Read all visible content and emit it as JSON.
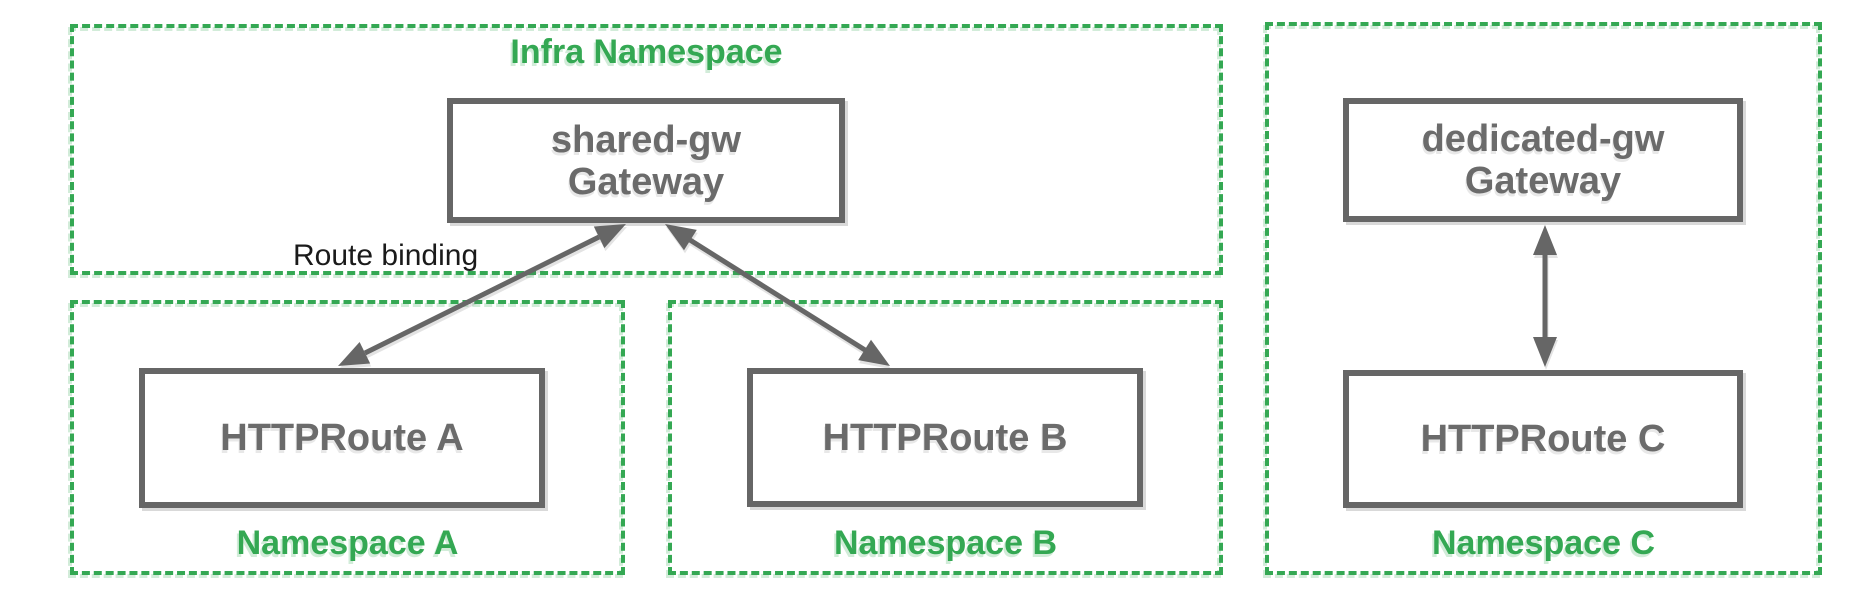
{
  "namespaces": {
    "infra": {
      "label": "Infra Namespace"
    },
    "a": {
      "label": "Namespace A"
    },
    "b": {
      "label": "Namespace B"
    },
    "c": {
      "label": "Namespace C"
    }
  },
  "nodes": {
    "shared_gw": {
      "line1": "shared-gw",
      "line2": "Gateway"
    },
    "dedicated_gw": {
      "line1": "dedicated-gw",
      "line2": "Gateway"
    },
    "route_a": {
      "label": "HTTPRoute A"
    },
    "route_b": {
      "label": "HTTPRoute B"
    },
    "route_c": {
      "label": "HTTPRoute C"
    }
  },
  "edges": {
    "route_binding_label": "Route binding",
    "connections": [
      {
        "from": "HTTPRoute A",
        "to": "shared-gw Gateway",
        "arrow": "bidirectional"
      },
      {
        "from": "HTTPRoute B",
        "to": "shared-gw Gateway",
        "arrow": "bidirectional"
      },
      {
        "from": "HTTPRoute C",
        "to": "dedicated-gw Gateway",
        "arrow": "bidirectional"
      }
    ]
  },
  "colors": {
    "namespace_green": "#34a853",
    "node_border_grey": "#666666",
    "node_text_grey": "#6b6b6b",
    "arrow_grey": "#666666",
    "edge_label_black": "#1a1a1a"
  }
}
